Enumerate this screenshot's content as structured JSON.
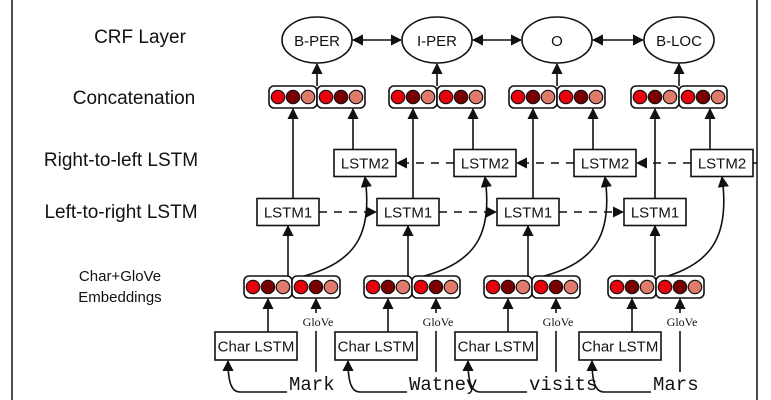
{
  "row_labels": {
    "crf": "CRF Layer",
    "concat": "Concatenation",
    "rtl": "Right-to-left LSTM",
    "ltr": "Left-to-right LSTM",
    "emb_line1": "Char+GloVe",
    "emb_line2": "Embeddings"
  },
  "tags": [
    "B-PER",
    "I-PER",
    "O",
    "B-LOC"
  ],
  "lstm1_label": "LSTM1",
  "lstm2_label": "LSTM2",
  "char_lstm_label": "Char LSTM",
  "glove_label": "GloVe",
  "words": [
    "Mark",
    "Watney",
    "visits",
    "Mars"
  ],
  "colors": {
    "dot_bright": "#e8000b",
    "dot_dark": "#7a0000",
    "dot_light": "#e07a6a"
  }
}
